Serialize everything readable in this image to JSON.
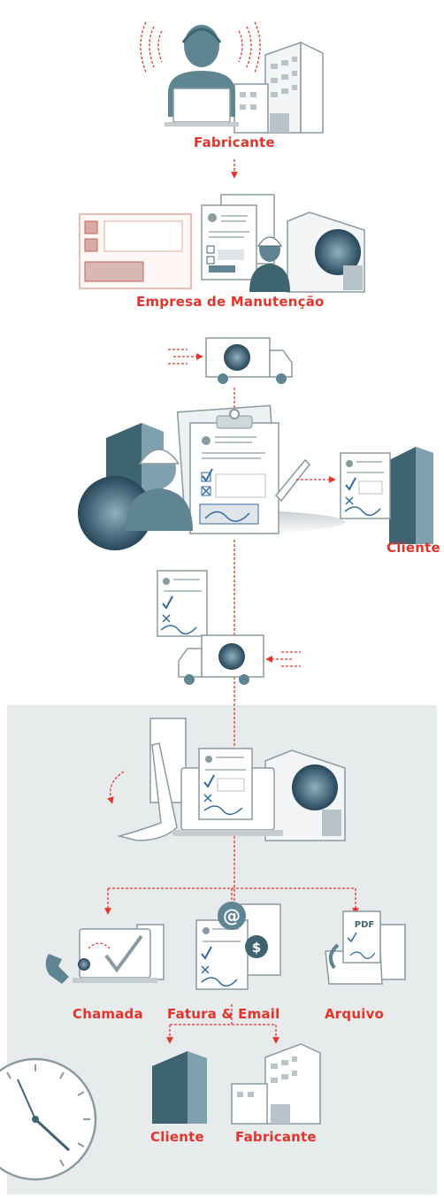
{
  "colors": {
    "accent": "#e63329",
    "teal_dark": "#3e6470",
    "teal": "#5f8593",
    "outline": "#8a9aa1",
    "panel": "#e8ebec",
    "blue_check": "#2e6aa3"
  },
  "labels": {
    "fabricante_top": "Fabricante",
    "empresa": "Empresa de Manutenção",
    "cliente_right": "Cliente",
    "chamada": "Chamada",
    "fatura_email": "Fatura & Email",
    "arquivo": "Arquivo",
    "cliente_bottom": "Cliente",
    "fabricante_bottom": "Fabricante",
    "pdf": "PDF"
  }
}
